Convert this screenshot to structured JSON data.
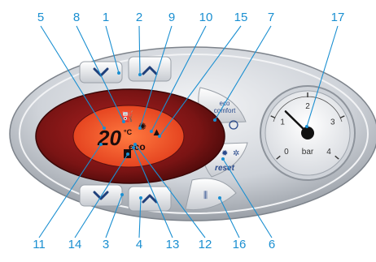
{
  "callouts": {
    "top": [
      "5",
      "8",
      "1",
      "2",
      "9",
      "10",
      "15",
      "7",
      "17"
    ],
    "bottom": [
      "11",
      "14",
      "3",
      "4",
      "13",
      "12",
      "16",
      "6"
    ]
  },
  "display": {
    "temperature": "20",
    "unit": "°C",
    "eco": "eco"
  },
  "buttons": {
    "eco_comfort_line1": "eco",
    "eco_comfort_line2": "comfort",
    "reset": "reset"
  },
  "gauge": {
    "ticks": [
      "0",
      "1",
      "2",
      "3",
      "4"
    ],
    "unit": "bar",
    "value": 1.3
  },
  "colors": {
    "callout": "#1a8fd1",
    "display_red": "#8a1d1d",
    "lcd": "#ff5a2a",
    "panel_silver": "#c9cdd3"
  }
}
